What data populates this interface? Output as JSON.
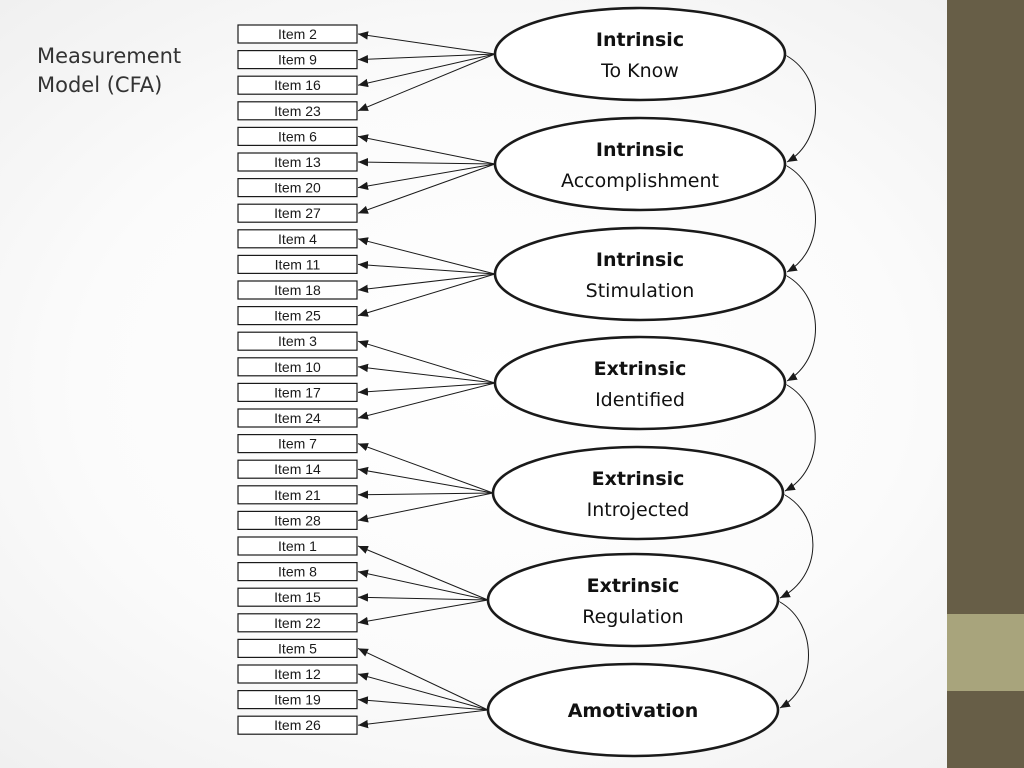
{
  "title": {
    "line1": "Measurement",
    "line2": "Model (CFA)"
  },
  "factors": [
    {
      "bold": "Intrinsic",
      "sub": "To Know",
      "items": [
        "Item 2",
        "Item 9",
        "Item 16",
        "Item 23"
      ]
    },
    {
      "bold": "Intrinsic",
      "sub": "Accomplishment",
      "items": [
        "Item 6",
        "Item 13",
        "Item 20",
        "Item 27"
      ]
    },
    {
      "bold": "Intrinsic",
      "sub": "Stimulation",
      "items": [
        "Item 4",
        "Item 11",
        "Item 18",
        "Item 25"
      ]
    },
    {
      "bold": "Extrinsic",
      "sub": "Identified",
      "items": [
        "Item 3",
        "Item 10",
        "Item 17",
        "Item 24"
      ]
    },
    {
      "bold": "Extrinsic",
      "sub": "Introjected",
      "items": [
        "Item 7",
        "Item 14",
        "Item 21",
        "Item 28"
      ]
    },
    {
      "bold": "Extrinsic",
      "sub": "Regulation",
      "items": [
        "Item 1",
        "Item 8",
        "Item 15",
        "Item 22"
      ]
    },
    {
      "bold": "Amotivation",
      "sub": "",
      "items": [
        "Item 5",
        "Item 12",
        "Item 19",
        "Item 26"
      ]
    }
  ],
  "colors": {
    "sidebar": "#675e47",
    "sidebar_accent": "#a8a47c",
    "stroke": "#1a1a1a"
  }
}
